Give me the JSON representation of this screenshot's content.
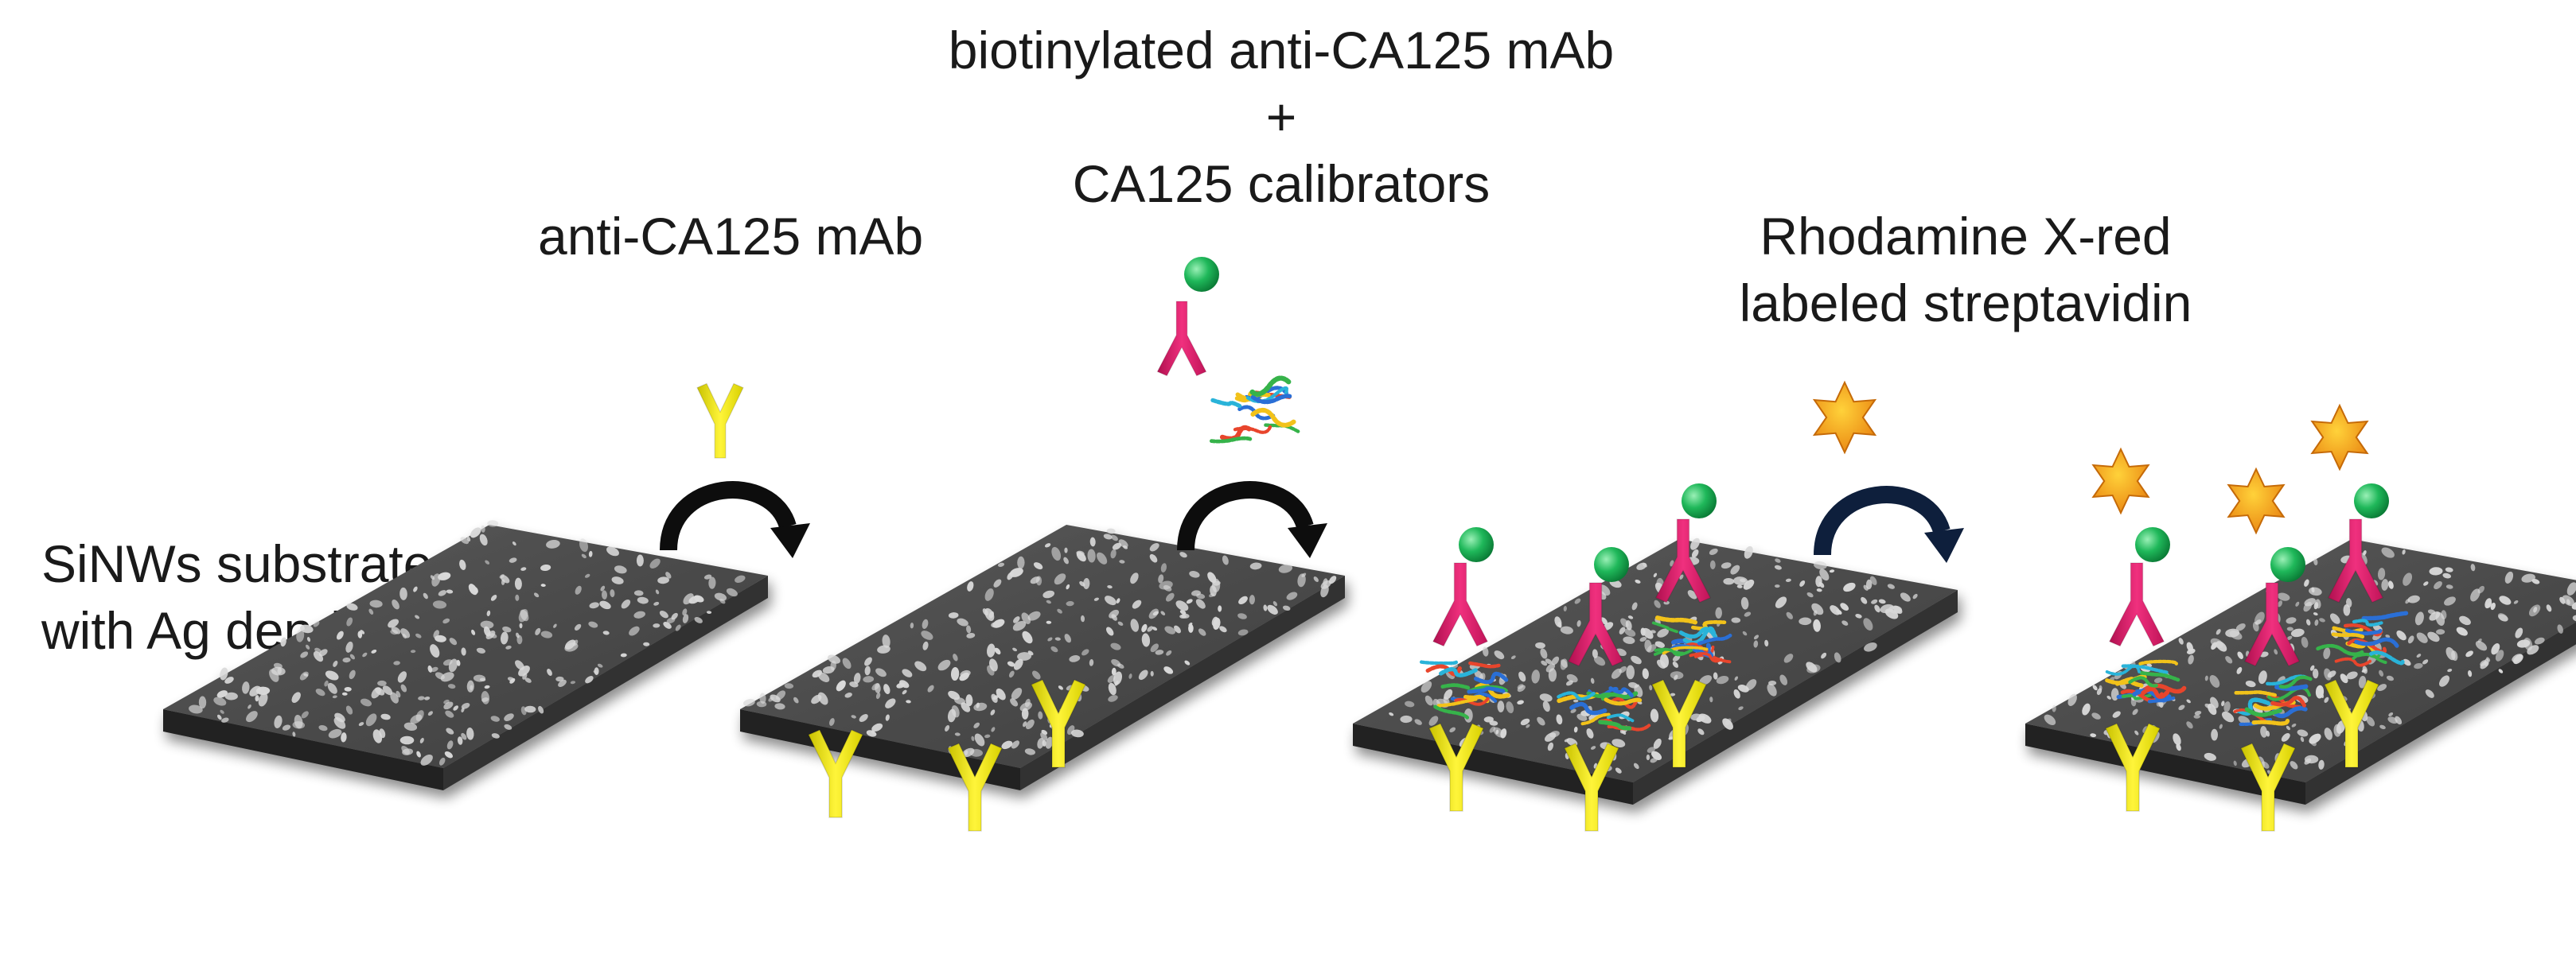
{
  "labels": {
    "substrate_line1": "SiNWs substrate",
    "substrate_line2": "with Ag dendrites",
    "step1": "anti-CA125 mAb",
    "step2_line1": "biotinylated anti-CA125 mAb",
    "step2_plus": "+",
    "step2_line2": "CA125 calibrators",
    "step3_line1": "Rhodamine X-red",
    "step3_line2": "labeled streptavidin"
  },
  "colors": {
    "substrate_top": "#4a4a4a",
    "substrate_edge": "#2b2b2b",
    "dendrite": "#d9d9d9",
    "capture_antibody": "#f2ea1a",
    "detection_antibody": "#e0186e",
    "biotin": "#1fb85a",
    "streptavidin": "#f5a21c",
    "arrow_black": "#0d0d0d",
    "arrow_navy": "#0e1f3c",
    "antigen_strands": [
      "#e8452c",
      "#2a6fd6",
      "#f2c21a",
      "#36b34a",
      "#29b3d9"
    ]
  },
  "icons": [
    "substrate-icon",
    "capture-antibody-icon",
    "detection-antibody-icon",
    "biotin-icon",
    "antigen-icon",
    "streptavidin-star-icon",
    "curved-arrow-icon"
  ]
}
